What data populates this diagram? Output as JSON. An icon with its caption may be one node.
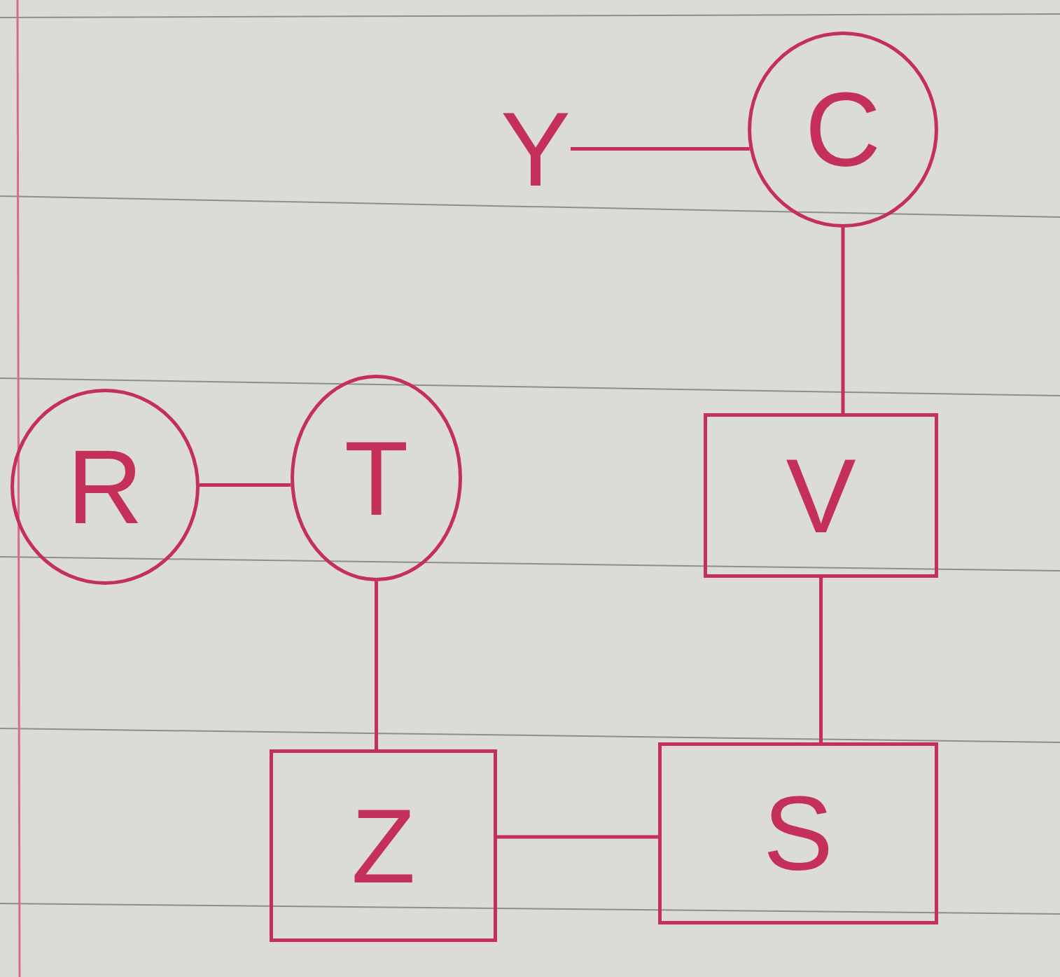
{
  "diagram": {
    "nodes": [
      {
        "text": [
          "Y"
        ]
      },
      {
        "text": [
          "C"
        ]
      },
      {
        "text": [
          "R"
        ]
      },
      {
        "text": [
          "T"
        ]
      },
      {
        "text": [
          "V"
        ]
      },
      {
        "text": [
          "Z"
        ]
      },
      {
        "text": [
          "S"
        ]
      }
    ],
    "edges": [
      {
        "from": 0,
        "to": 1,
        "arrow": "none"
      },
      {
        "from": 1,
        "to": 4,
        "arrow": "none"
      },
      {
        "from": 2,
        "to": 3,
        "arrow": "none"
      },
      {
        "from": 3,
        "to": 5,
        "arrow": "none"
      },
      {
        "from": 4,
        "to": 6,
        "arrow": "none"
      },
      {
        "from": 5,
        "to": 6,
        "arrow": "none"
      }
    ]
  }
}
